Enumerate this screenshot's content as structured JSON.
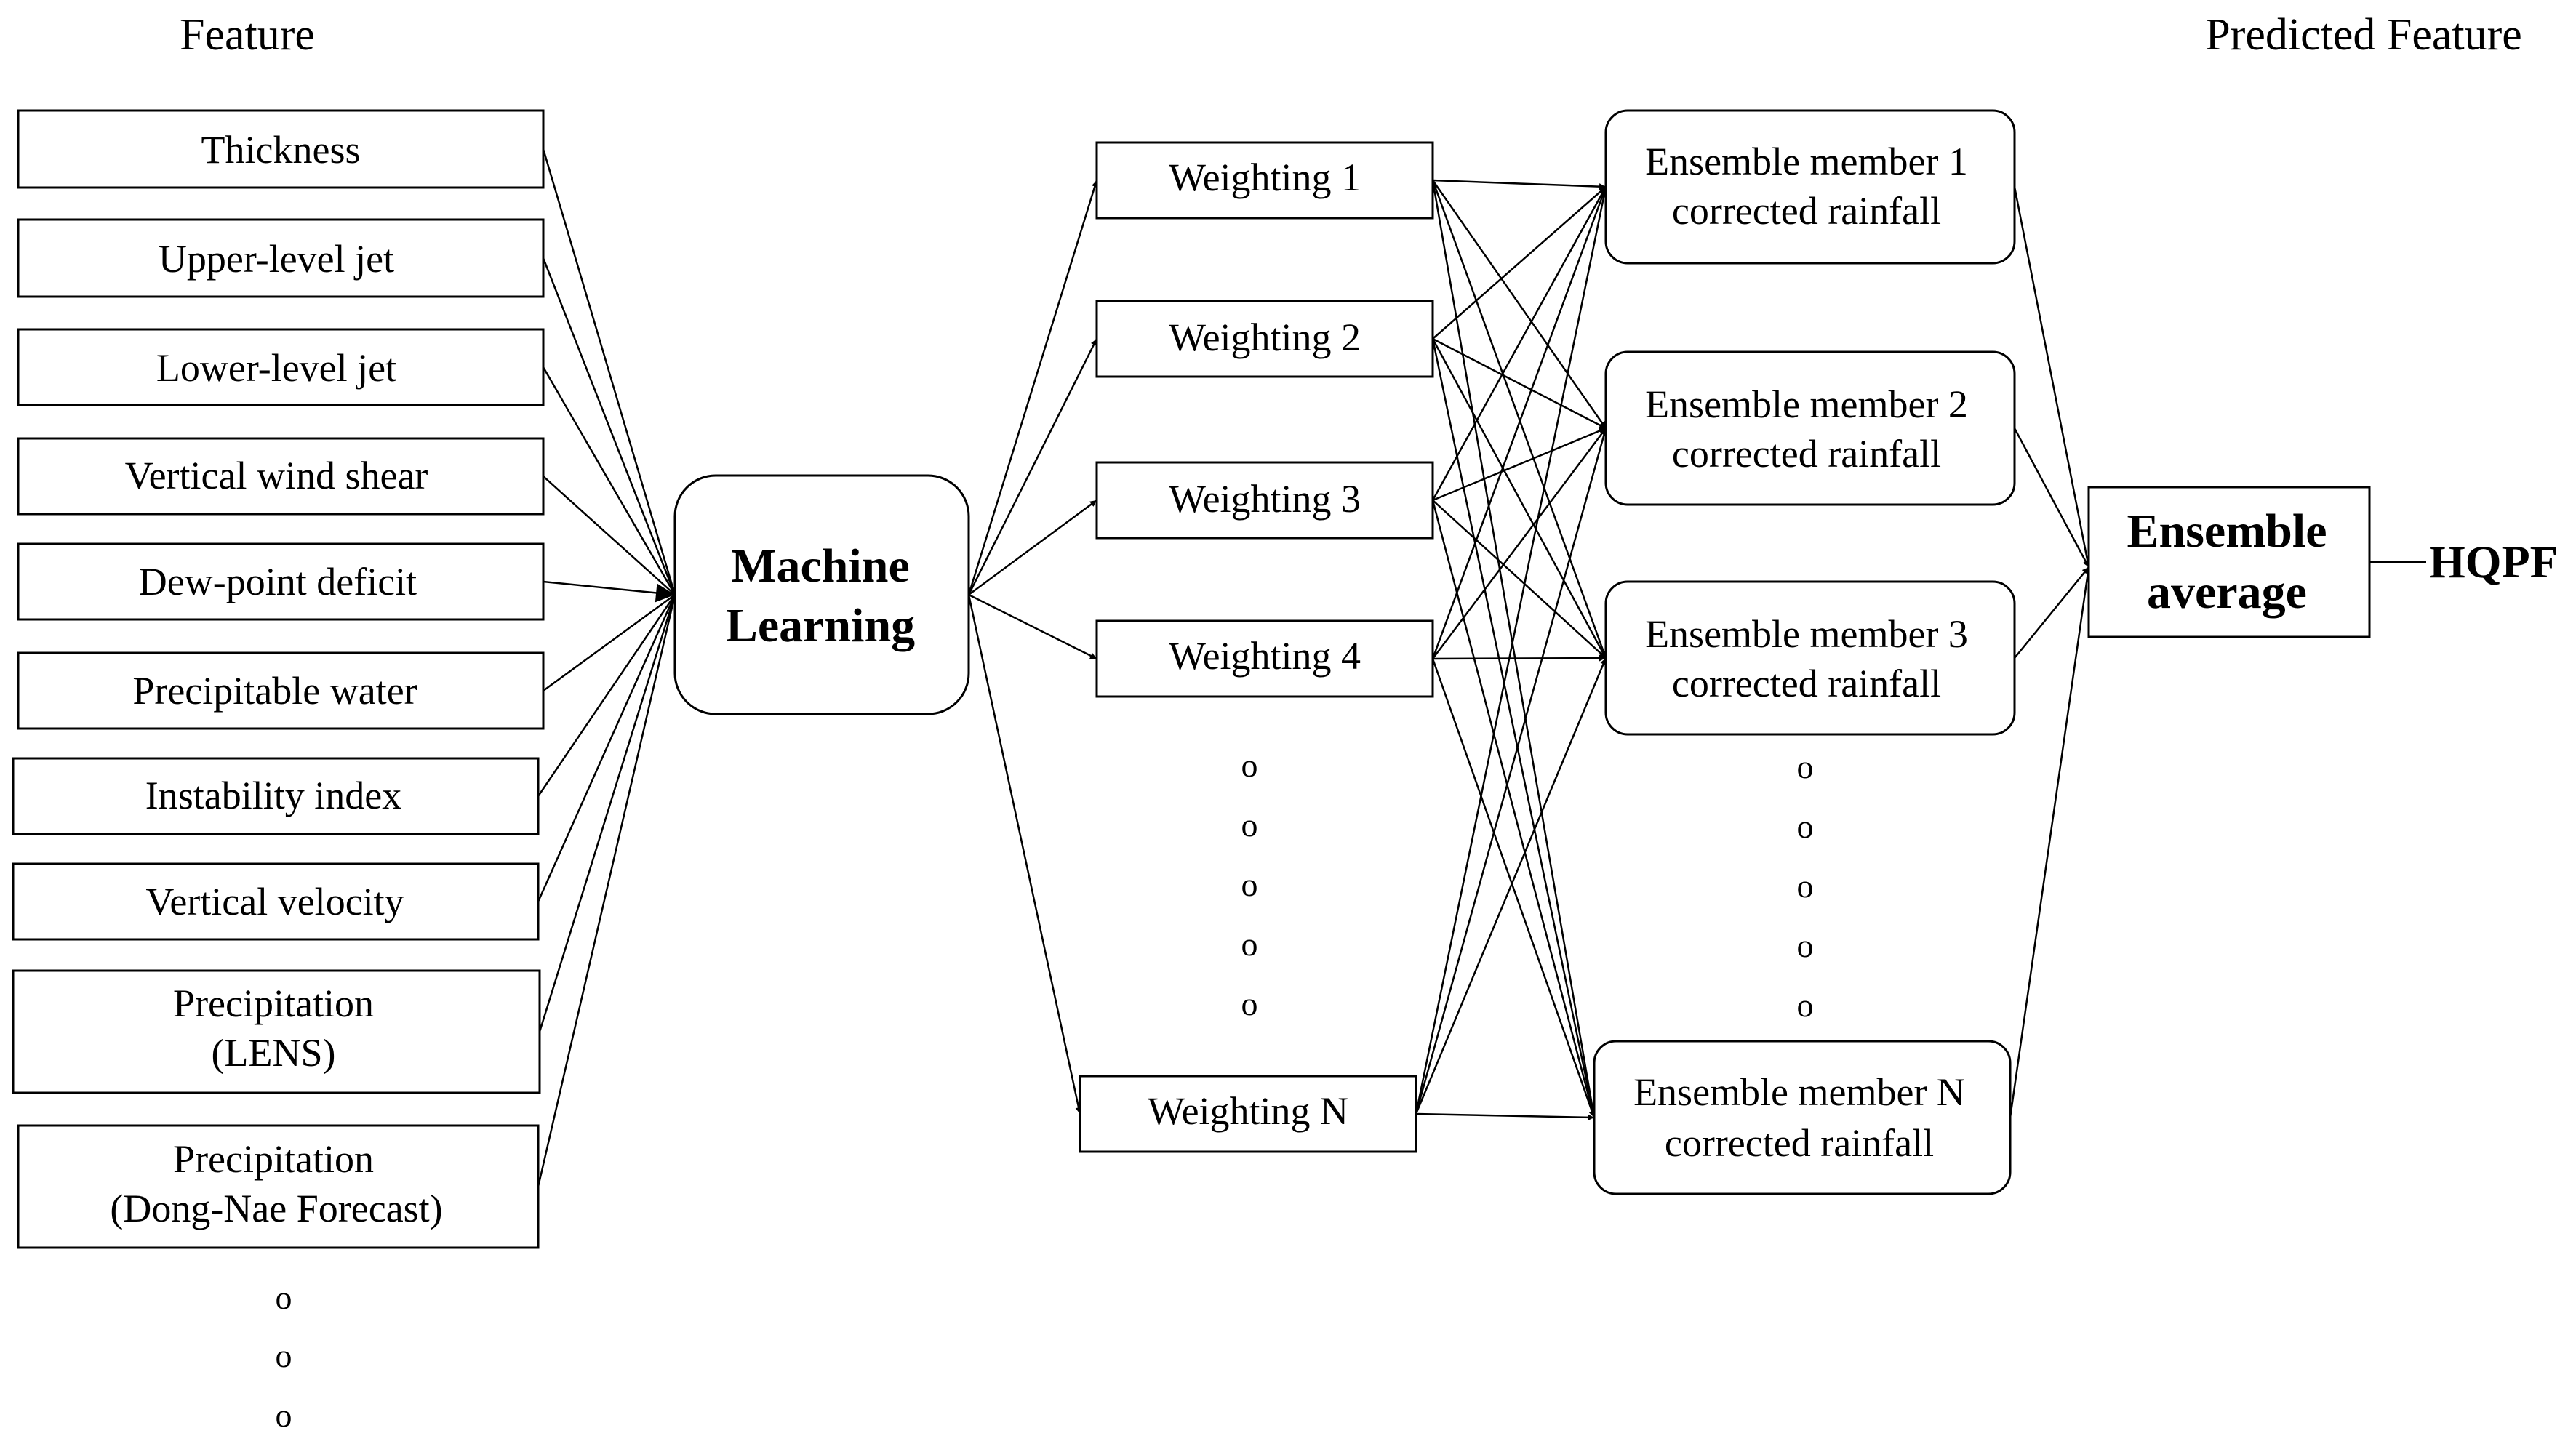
{
  "headers": {
    "feature": "Feature",
    "predicted_feature": "Predicted Feature"
  },
  "features": [
    {
      "lines": [
        "Thickness"
      ]
    },
    {
      "lines": [
        "Upper-level jet"
      ]
    },
    {
      "lines": [
        "Lower-level jet"
      ]
    },
    {
      "lines": [
        "Vertical wind shear"
      ]
    },
    {
      "lines": [
        "Dew-point deficit"
      ]
    },
    {
      "lines": [
        "Precipitable water"
      ]
    },
    {
      "lines": [
        "Instability  index"
      ]
    },
    {
      "lines": [
        "Vertical velocity"
      ]
    },
    {
      "lines": [
        "Precipitation",
        "(LENS)"
      ]
    },
    {
      "lines": [
        "Precipitation",
        "(Dong-Nae Forecast)"
      ]
    }
  ],
  "machine_learning": {
    "lines": [
      "Machine",
      "Learning"
    ]
  },
  "weightings": [
    {
      "label": "Weighting  1"
    },
    {
      "label": "Weighting  2"
    },
    {
      "label": "Weighting  3"
    },
    {
      "label": "Weighting  4"
    },
    {
      "label": "Weighting  N"
    }
  ],
  "members": [
    {
      "lines": [
        "Ensemble member 1",
        "corrected rainfall"
      ]
    },
    {
      "lines": [
        "Ensemble member 2",
        "corrected rainfall"
      ]
    },
    {
      "lines": [
        "Ensemble member 3",
        "corrected rainfall"
      ]
    },
    {
      "lines": [
        "Ensemble member N",
        "corrected rainfall"
      ]
    }
  ],
  "ensemble_average": {
    "lines": [
      "Ensemble",
      "average"
    ]
  },
  "output": {
    "label": "HQPF"
  },
  "ellipsis_glyph": "o"
}
